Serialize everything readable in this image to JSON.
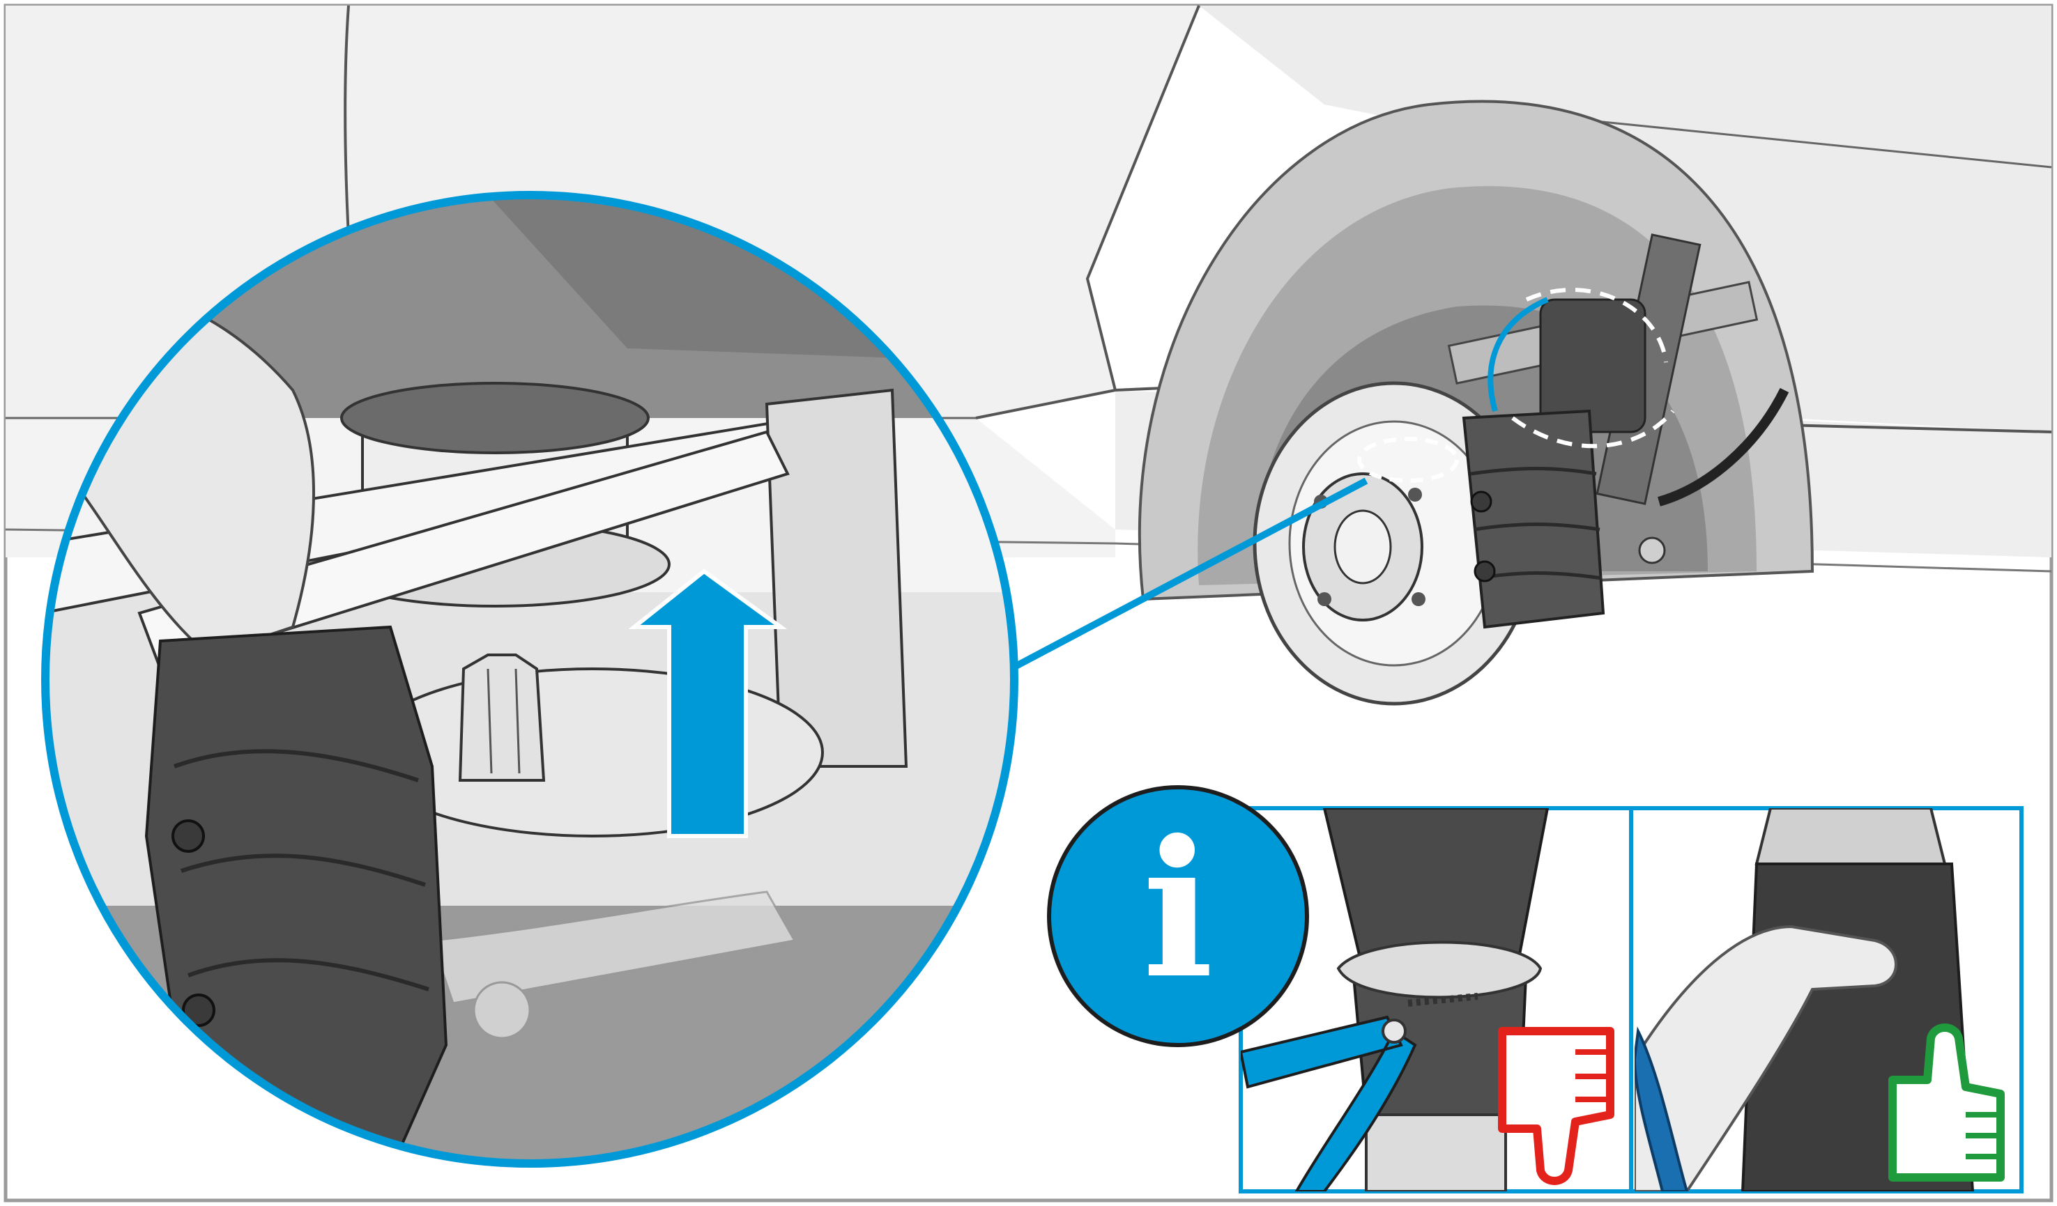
{
  "illustration": {
    "accent_color": "#0099d8",
    "bad_color": "#e3221c",
    "good_color": "#1f9a3d",
    "icons": [
      "magnifier-circle",
      "up-arrow-icon",
      "info-icon",
      "thumbs-down-icon",
      "thumbs-up-icon",
      "gloved-hand",
      "pliers",
      "clamp",
      "brake-disc",
      "air-spring"
    ],
    "info_badge": {
      "letter": "i"
    }
  }
}
